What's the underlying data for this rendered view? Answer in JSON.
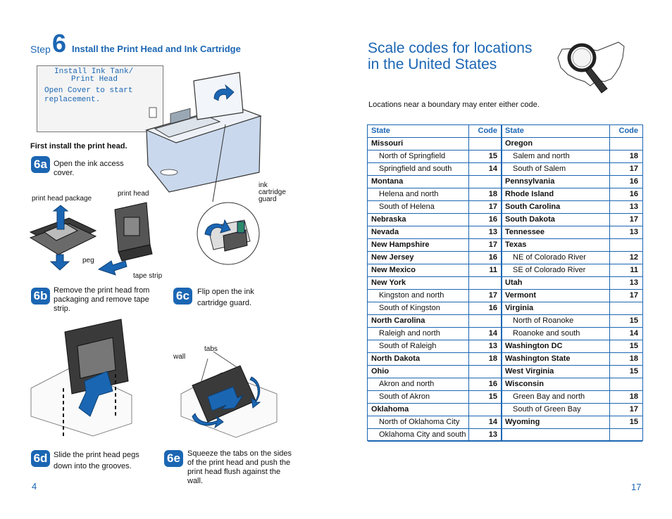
{
  "left_page": {
    "step_word": "Step",
    "step_number": "6",
    "step_title": "Install the Print Head and Ink Cartridge",
    "lcd": {
      "line1": "Install Ink Tank/",
      "line2": "Print Head",
      "line3": "Open Cover to start",
      "line4": "replacement."
    },
    "first_install": "First install the print head.",
    "steps": {
      "a": {
        "badge": "6a",
        "text": "Open the ink access cover."
      },
      "b": {
        "badge": "6b",
        "text": "Remove the print head from packaging and remove tape strip."
      },
      "c": {
        "badge": "6c",
        "text": "Flip open the ink cartridge guard."
      },
      "d": {
        "badge": "6d",
        "text": "Slide the print head pegs down into the grooves."
      },
      "e": {
        "badge": "6e",
        "text": "Squeeze the tabs on the sides of the print head and push the print head flush against the wall."
      }
    },
    "labels": {
      "print_head_package": "print head package",
      "print_head": "print head",
      "ink_guard_1": "ink",
      "ink_guard_2": "cartridge",
      "ink_guard_3": "guard",
      "peg": "peg",
      "tape_strip": "tape strip",
      "tabs": "tabs",
      "wall": "wall"
    },
    "page_number": "4"
  },
  "right_page": {
    "title_line1": "Scale codes for locations",
    "title_line2": "in the United States",
    "note": "Locations near a boundary may enter either code.",
    "page_number": "17",
    "table": {
      "header": {
        "state": "State",
        "code": "Code"
      },
      "left_rows": [
        {
          "label": "Missouri",
          "code": "",
          "kind": "state"
        },
        {
          "label": "North of Springfield",
          "code": "15",
          "kind": "sub"
        },
        {
          "label": "Springfield and south",
          "code": "14",
          "kind": "sub"
        },
        {
          "label": "Montana",
          "code": "",
          "kind": "state"
        },
        {
          "label": "Helena and north",
          "code": "18",
          "kind": "sub"
        },
        {
          "label": "South of Helena",
          "code": "17",
          "kind": "sub"
        },
        {
          "label": "Nebraska",
          "code": "16",
          "kind": "state"
        },
        {
          "label": "Nevada",
          "code": "13",
          "kind": "state"
        },
        {
          "label": "New Hampshire",
          "code": "17",
          "kind": "state"
        },
        {
          "label": "New Jersey",
          "code": "16",
          "kind": "state"
        },
        {
          "label": "New Mexico",
          "code": "11",
          "kind": "state"
        },
        {
          "label": "New York",
          "code": "",
          "kind": "state"
        },
        {
          "label": "Kingston and north",
          "code": "17",
          "kind": "sub"
        },
        {
          "label": "South of Kingston",
          "code": "16",
          "kind": "sub"
        },
        {
          "label": "North Carolina",
          "code": "",
          "kind": "state"
        },
        {
          "label": "Raleigh and north",
          "code": "14",
          "kind": "sub"
        },
        {
          "label": "South of Raleigh",
          "code": "13",
          "kind": "sub"
        },
        {
          "label": "North Dakota",
          "code": "18",
          "kind": "state"
        },
        {
          "label": "Ohio",
          "code": "",
          "kind": "state"
        },
        {
          "label": "Akron and north",
          "code": "16",
          "kind": "sub"
        },
        {
          "label": "South of Akron",
          "code": "15",
          "kind": "sub"
        },
        {
          "label": "Oklahoma",
          "code": "",
          "kind": "state"
        },
        {
          "label": "North of Oklahoma City",
          "code": "14",
          "kind": "sub"
        },
        {
          "label": "Oklahoma City and south",
          "code": "13",
          "kind": "sub"
        }
      ],
      "right_rows": [
        {
          "label": "Oregon",
          "code": "",
          "kind": "state"
        },
        {
          "label": "Salem and north",
          "code": "18",
          "kind": "sub"
        },
        {
          "label": "South of Salem",
          "code": "17",
          "kind": "sub"
        },
        {
          "label": "Pennsylvania",
          "code": "16",
          "kind": "state"
        },
        {
          "label": "Rhode Island",
          "code": "16",
          "kind": "state"
        },
        {
          "label": "South Carolina",
          "code": "13",
          "kind": "state"
        },
        {
          "label": "South Dakota",
          "code": "17",
          "kind": "state"
        },
        {
          "label": "Tennessee",
          "code": "13",
          "kind": "state"
        },
        {
          "label": "Texas",
          "code": "",
          "kind": "state"
        },
        {
          "label": "NE of Colorado River",
          "code": "12",
          "kind": "sub"
        },
        {
          "label": "SE of Colorado River",
          "code": "11",
          "kind": "sub"
        },
        {
          "label": "Utah",
          "code": "13",
          "kind": "state"
        },
        {
          "label": "Vermont",
          "code": "17",
          "kind": "state"
        },
        {
          "label": "Virginia",
          "code": "",
          "kind": "state"
        },
        {
          "label": "North of Roanoke",
          "code": "15",
          "kind": "sub"
        },
        {
          "label": "Roanoke and south",
          "code": "14",
          "kind": "sub"
        },
        {
          "label": "Washington DC",
          "code": "15",
          "kind": "state"
        },
        {
          "label": "Washington State",
          "code": "18",
          "kind": "state"
        },
        {
          "label": "West Virginia",
          "code": "15",
          "kind": "state"
        },
        {
          "label": "Wisconsin",
          "code": "",
          "kind": "state"
        },
        {
          "label": "Green Bay and north",
          "code": "18",
          "kind": "sub"
        },
        {
          "label": "South of Green Bay",
          "code": "17",
          "kind": "sub"
        },
        {
          "label": "Wyoming",
          "code": "15",
          "kind": "state"
        },
        {
          "label": "",
          "code": "",
          "kind": "empty"
        }
      ]
    }
  },
  "colors": {
    "accent": "#1b66b3",
    "illustration_blue": "#c9d8ec",
    "illustration_dark": "#3a3a3a"
  }
}
